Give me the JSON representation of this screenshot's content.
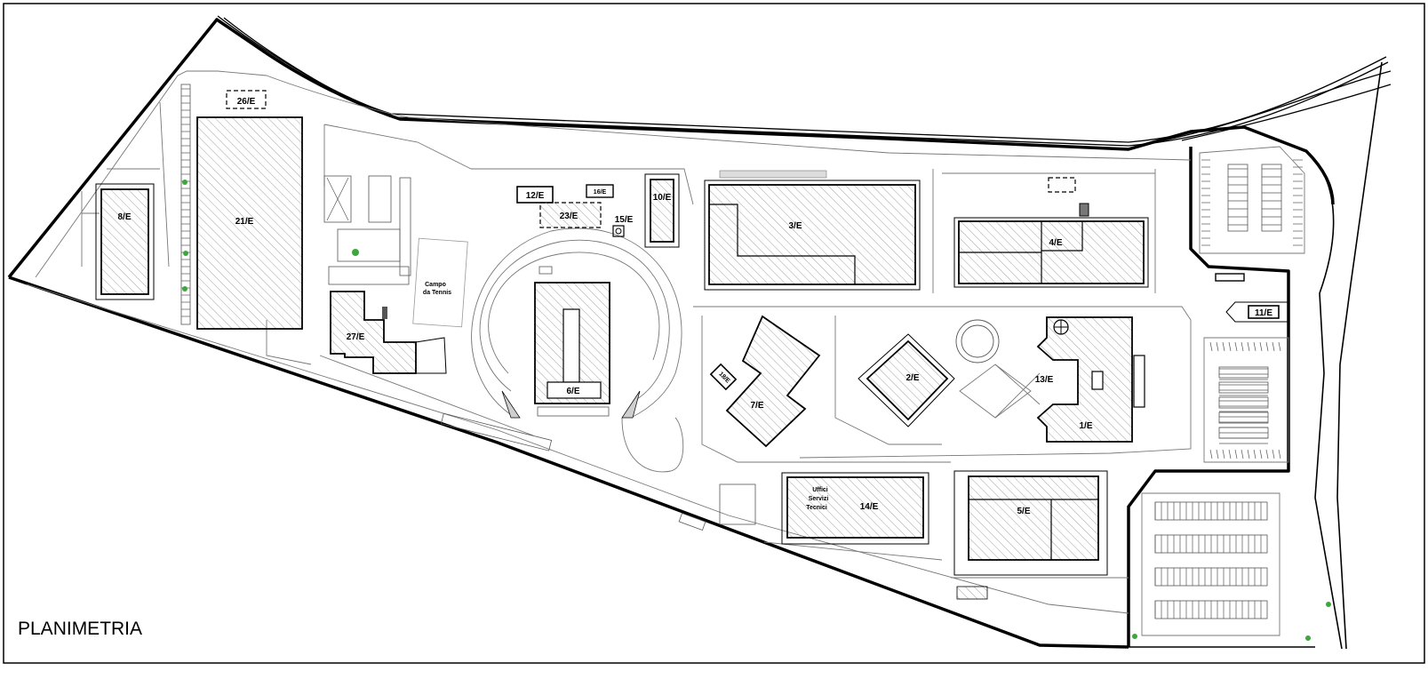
{
  "title": "PLANIMETRIA",
  "buildings": {
    "b1": "1/E",
    "b2": "2/E",
    "b3": "3/E",
    "b4": "4/E",
    "b5": "5/E",
    "b6": "6/E",
    "b7": "7/E",
    "b8": "8/E",
    "b10": "10/E",
    "b11": "11/E",
    "b12": "12/E",
    "b13": "13/E",
    "b14": "14/E",
    "b15": "15/E",
    "b16": "16/E",
    "b18": "18/E",
    "b21": "21/E",
    "b23": "23/E",
    "b26": "26/E",
    "b27": "27/E"
  },
  "labels": {
    "campo_line1": "Campo",
    "campo_line2": "da Tennis",
    "uffici_line1": "Uffici",
    "uffici_line2": "Servizi",
    "uffici_line3": "Tecnici"
  },
  "colors": {
    "ink": "#000000",
    "hatch": "#8a8a8a",
    "accent_green": "#3da63d"
  }
}
